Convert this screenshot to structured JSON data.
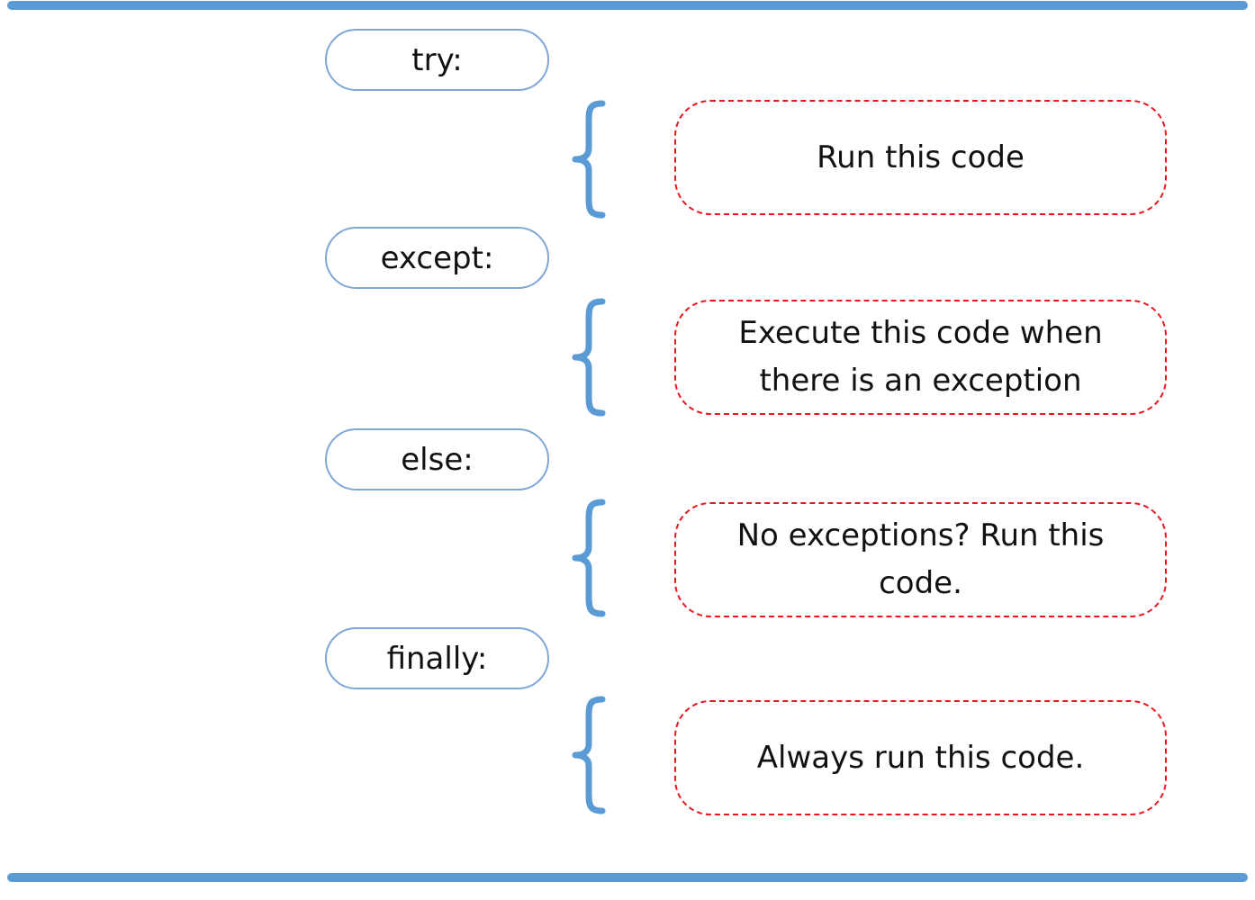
{
  "blocks": [
    {
      "keyword": "try:",
      "action": "Run this code"
    },
    {
      "keyword": "except:",
      "action": "Execute this code when there is an exception"
    },
    {
      "keyword": "else:",
      "action": "No exceptions? Run this code."
    },
    {
      "keyword": "finally:",
      "action": "Always run this code."
    }
  ],
  "colors": {
    "rule": "#5b9bd5",
    "keyword_border": "#7fa7d6",
    "brace": "#5b9bd5",
    "action_border": "#e8171f"
  }
}
